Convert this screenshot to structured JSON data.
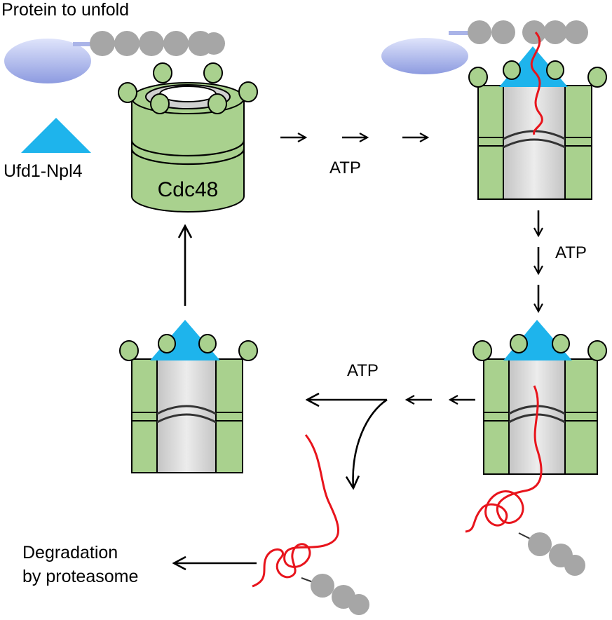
{
  "labels": {
    "protein_to_unfold": "Protein to unfold",
    "adaptor": "Ufd1-Npl4",
    "cdc48": "Cdc48",
    "atp_top": "ATP",
    "atp_right": "ATP",
    "atp_bottom": "ATP",
    "degradation_line1": "Degradation",
    "degradation_line2": "by proteasome"
  },
  "colors": {
    "ring_green": "#a9d18e",
    "bead_grey": "#a6a6a6",
    "adaptor_blue": "#1eb4ec",
    "partner_lavender": "#aab4e8",
    "chain_red": "#e8141c",
    "channel_grey": "#d9d9d9"
  }
}
